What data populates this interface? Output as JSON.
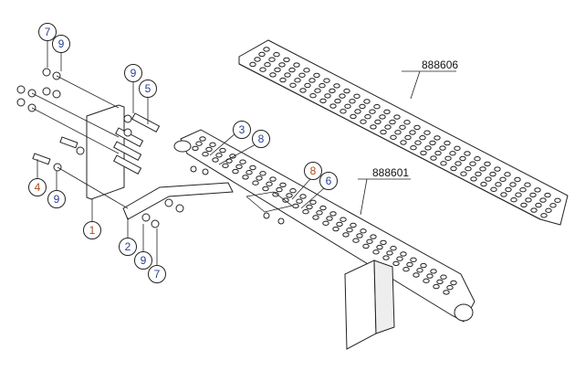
{
  "parts": {
    "plate_upper": "888606",
    "plate_lower": "888601"
  },
  "callouts": [
    "7",
    "9",
    "9",
    "5",
    "3",
    "8",
    "8",
    "6",
    "4",
    "9",
    "1",
    "2",
    "9",
    "7"
  ],
  "colors": {
    "line": "#222222",
    "label_blue": "#2a3f8f",
    "label_orange": "#b04a1a"
  }
}
